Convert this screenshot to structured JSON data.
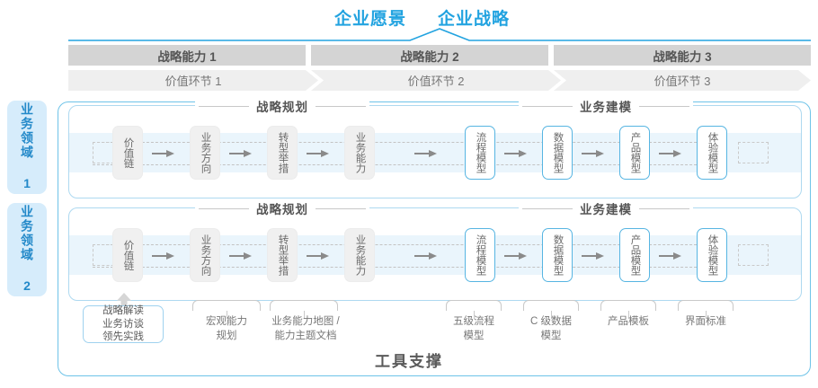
{
  "header": {
    "vision": "企业愿景",
    "strategy": "企业战略"
  },
  "capabilities": [
    {
      "capability": "战略能力 1",
      "value_chain": "价值环节 1"
    },
    {
      "capability": "战略能力 2",
      "value_chain": "价值环节 2"
    },
    {
      "capability": "战略能力 3",
      "value_chain": "价值环节 3"
    }
  ],
  "domains": [
    {
      "label": "业务领域 1"
    },
    {
      "label": "业务领域 2"
    }
  ],
  "sections": {
    "planning": "战略规划",
    "modeling": "业务建模"
  },
  "steps": {
    "planning": [
      "价值链",
      "业务方向",
      "转型举措",
      "业务能力"
    ],
    "modeling": [
      "流程模型",
      "数据模型",
      "产品模型",
      "体验模型"
    ]
  },
  "tools": [
    "战略解读\n业务访谈\n领先实践",
    "宏观能力\n规划",
    "业务能力地图 /\n能力主题文档",
    "五级流程\n模型",
    "C 级数据\n模型",
    "产品模板",
    "界面标准"
  ],
  "footer": {
    "tool_support": "工具支撑"
  },
  "colors": {
    "accent_blue": "#22a3e0",
    "frame_blue": "#6ec3e8",
    "band_blue": "#eaf5fc",
    "tag_blue": "#d6ecfb",
    "bar_gray": "#d4d4d4",
    "chevron_gray": "#efefef"
  }
}
